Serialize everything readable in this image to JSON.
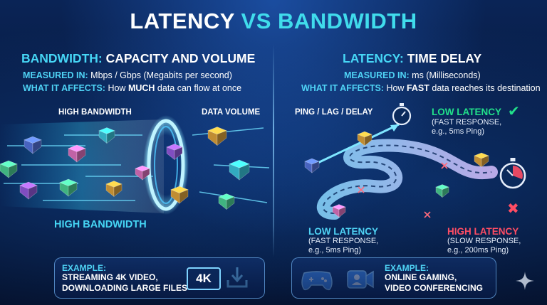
{
  "title": {
    "part1": "LATENCY",
    "part2": "VS BANDWIDTH"
  },
  "bandwidth": {
    "heading_accent": "BANDWIDTH:",
    "heading_rest": "CAPACITY AND VOLUME",
    "measured_label": "MEASURED IN:",
    "measured_value": "Mbps / Gbps (Megabits per second)",
    "affects_label": "WHAT IT AFFECTS:",
    "affects_pre": "How",
    "affects_emph": "MUCH",
    "affects_post": "data can flow at once",
    "label_high_top": "HIGH BANDWIDTH",
    "label_volume": "DATA VOLUME",
    "label_high_bottom": "HIGH BANDWIDTH",
    "example_title": "EXAMPLE:",
    "example_line1": "STREAMING 4K VIDEO,",
    "example_line2": "DOWNLOADING LARGE FILES",
    "badge": "4K"
  },
  "latency": {
    "heading_accent": "LATENCY:",
    "heading_rest": "TIME DELAY",
    "measured_label": "MEASURED IN:",
    "measured_value": "ms (Milliseconds)",
    "affects_label": "WHAT IT AFFECTS:",
    "affects_pre": "How",
    "affects_emph": "FAST",
    "affects_post": "data reaches its destination",
    "label_ping": "PING / LAG / DELAY",
    "low_main": "LOW LATENCY",
    "low_sub1": "(FAST RESPONSE,",
    "low_sub2": "e.g., 5ms Ping)",
    "low_bottom": "LOW LATENCY",
    "low_bottom_sub1": "(FAST RESPONSE,",
    "low_bottom_sub2": "e.g., 5ms Ping)",
    "high_bottom": "HIGH LATENCY",
    "high_bottom_sub1": "(SLOW RESPONSE,",
    "high_bottom_sub2": "e.g., 200ms Ping)",
    "example_title": "EXAMPLE:",
    "example_line1": "ONLINE GAMING,",
    "example_line2": "VIDEO CONFERENCING"
  },
  "colors": {
    "accent_cyan": "#46d6f5",
    "good_green": "#21e08a",
    "bad_red": "#ff4d64",
    "cube_colors": [
      "#3ed6f0",
      "#a060f0",
      "#f07ad0",
      "#f0b040",
      "#50e0a0",
      "#5a7cf0"
    ]
  },
  "icons": [
    "check-icon",
    "cross-icon",
    "stopwatch-icon",
    "gamepad-icon",
    "video-camera-icon",
    "download-icon",
    "sparkle-icon"
  ]
}
